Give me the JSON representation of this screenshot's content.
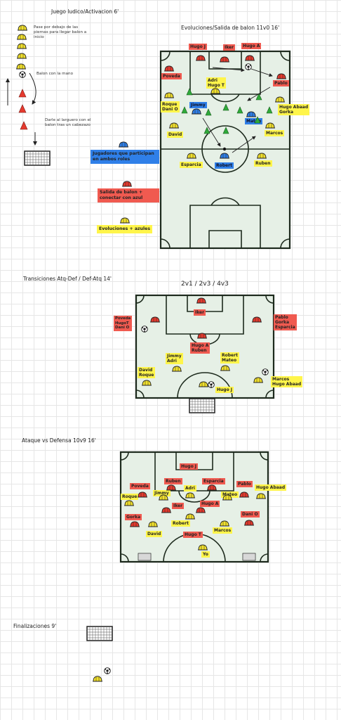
{
  "colors": {
    "red": "#f05a50",
    "yellow": "#fff54a",
    "blue": "#2f7fe8",
    "green": "#2faa3a",
    "pitch": "#e6f0e6",
    "line": "#1d2a1d"
  },
  "section1": {
    "title": "Juego ludico/Activacion  6'",
    "note_pass": "Pase por debajo de las piernas para llegar balon a inicio",
    "note_hand": "Balon con la mano",
    "note_header": "Darle al larguero con el balon tras un cabezazo"
  },
  "section2": {
    "title": "Evoluciones/Salida de balon 11v0  16'",
    "labels": {
      "hugo_j": "Hugo J",
      "iker": "Iker",
      "hugo_a": "Hugo A",
      "poveda": "Poveda",
      "adri_hugo_t": "Adri\nHugo T",
      "pablo": "Pablo",
      "roque_dani": "Roque\nDani O",
      "jimmy": "Jimmy",
      "mateo": "Mateo",
      "abaad_gorka": "Hugo Abaad\nGorka",
      "david": "David",
      "marcos": "Marcos",
      "esparcia": "Esparcia",
      "robert": "Robert",
      "ruben": "Ruben"
    },
    "legend": {
      "blue": "Jugadores que participan en ambos roles",
      "red": "Salida de balon + conectar con azul",
      "yellow": "Evoluciones + azules"
    }
  },
  "section3": {
    "title": "Transiciones Atq-Def / Def-Atq  14'",
    "subtitle": "2v1 / 2v3 / 4v3",
    "labels": {
      "left_group": "Poveda\nHugoT\nDani O",
      "iker": "Iker",
      "right_group": "Pablo\nGorka\nEsparcia",
      "hugoa_ruben": "Hugo A\nRuben",
      "jimmy_adri": "Jimmy\nAdri",
      "robert_mateo": "Robert\nMateo",
      "david_roque": "David\nRoque",
      "marcos_abaad": "Marcos\nHugo Abaad",
      "hugo_j": "Hugo J"
    }
  },
  "section4": {
    "title": "Ataque vs Defensa 10v9 16'",
    "labels": {
      "hugo_j": "Hugo J",
      "ruben": "Ruben",
      "adri": "Adri",
      "esparcia": "Esparcia",
      "poveda": "Poveda",
      "pablo": "Pablo",
      "hugo_abaad": "Hugo Abaad",
      "jimmy": "Jimmy",
      "mateo": "Mateo",
      "roque": "Roque",
      "iker": "Iker",
      "hugo_a": "Hugo A",
      "gorka": "Gorka",
      "dani_o": "Dani O",
      "robert": "Robert",
      "david": "David",
      "hugo_t": "Hugo T",
      "marcos": "Marcos",
      "yo": "Yo"
    }
  },
  "section5": {
    "title": "Finalizaciones  9'"
  }
}
